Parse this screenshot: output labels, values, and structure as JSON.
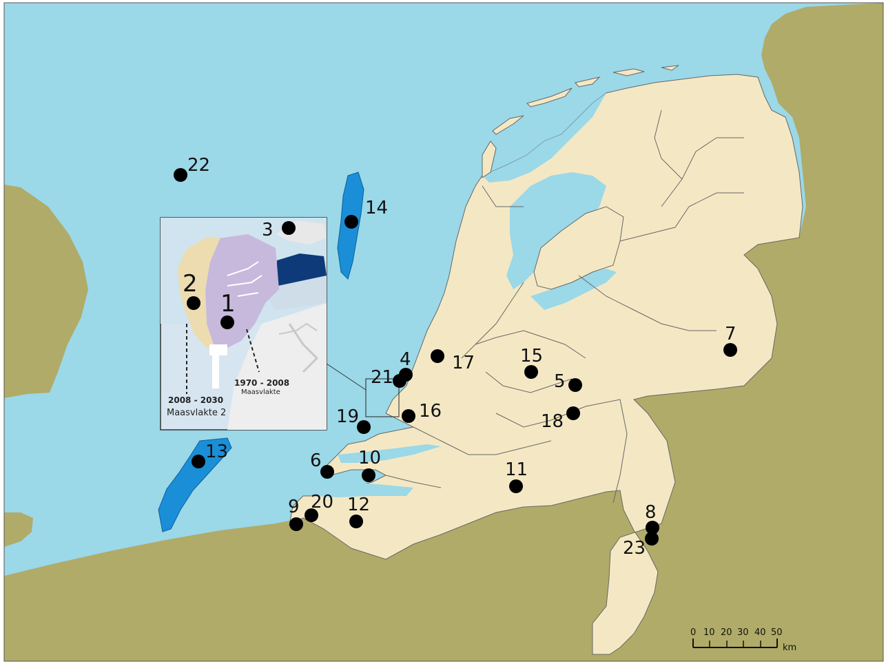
{
  "colors": {
    "sea": "#9bd8e8",
    "land_foreign": "#b0ab68",
    "land_nl": "#f4e8c4",
    "border": "#666666",
    "offshore_area": "#1a8fd8",
    "marker": "#000000"
  },
  "sites": [
    {
      "id": "1",
      "label": "1"
    },
    {
      "id": "2",
      "label": "2"
    },
    {
      "id": "3",
      "label": "3"
    },
    {
      "id": "4",
      "label": "4"
    },
    {
      "id": "5",
      "label": "5"
    },
    {
      "id": "6",
      "label": "6"
    },
    {
      "id": "7",
      "label": "7"
    },
    {
      "id": "8",
      "label": "8"
    },
    {
      "id": "9",
      "label": "9"
    },
    {
      "id": "10",
      "label": "10"
    },
    {
      "id": "11",
      "label": "11"
    },
    {
      "id": "12",
      "label": "12"
    },
    {
      "id": "13",
      "label": "13"
    },
    {
      "id": "14",
      "label": "14"
    },
    {
      "id": "15",
      "label": "15"
    },
    {
      "id": "16",
      "label": "16"
    },
    {
      "id": "17",
      "label": "17"
    },
    {
      "id": "18",
      "label": "18"
    },
    {
      "id": "19",
      "label": "19"
    },
    {
      "id": "20",
      "label": "20"
    },
    {
      "id": "21",
      "label": "21"
    },
    {
      "id": "22",
      "label": "22"
    },
    {
      "id": "23",
      "label": "23"
    }
  ],
  "inset": {
    "label_new_years": "2008 - 2030",
    "label_new_name": "Maasvlakte 2",
    "label_old_years": "1970 - 2008",
    "label_old_name": "Maasvlakte"
  },
  "scale_bar": {
    "ticks": [
      "0",
      "10",
      "20",
      "30",
      "40",
      "50"
    ],
    "unit": "km"
  }
}
